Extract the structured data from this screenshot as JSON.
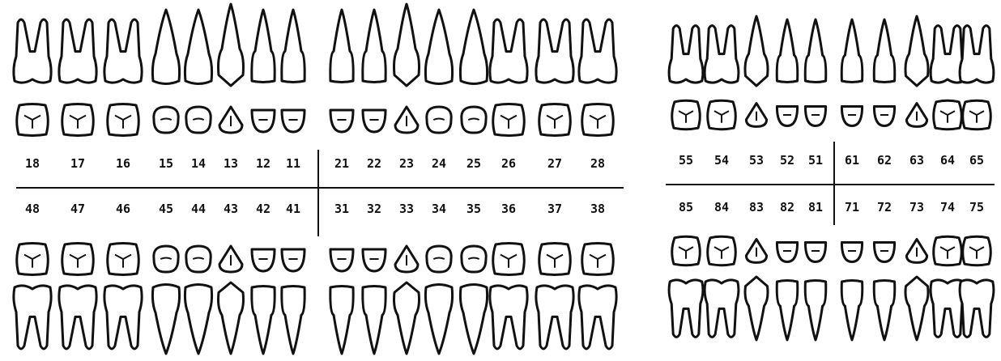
{
  "colors": {
    "ink": "#111111",
    "background": "#ffffff"
  },
  "permanent": {
    "upper": [
      "18",
      "17",
      "16",
      "15",
      "14",
      "13",
      "12",
      "11",
      "21",
      "22",
      "23",
      "24",
      "25",
      "26",
      "27",
      "28"
    ],
    "lower": [
      "48",
      "47",
      "46",
      "45",
      "44",
      "43",
      "42",
      "41",
      "31",
      "32",
      "33",
      "34",
      "35",
      "36",
      "37",
      "38"
    ]
  },
  "primary": {
    "upper": [
      "55",
      "54",
      "53",
      "52",
      "51",
      "61",
      "62",
      "63",
      "64",
      "65"
    ],
    "lower": [
      "85",
      "84",
      "83",
      "82",
      "81",
      "71",
      "72",
      "73",
      "74",
      "75"
    ]
  }
}
